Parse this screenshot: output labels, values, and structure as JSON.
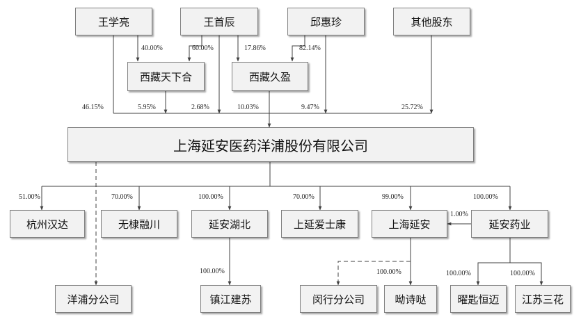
{
  "nodes": {
    "wang_xueliang": "王学亮",
    "wang_shouchen": "王首辰",
    "qiu_huizhen": "邱惠珍",
    "other_holders": "其他股东",
    "xizang_tianxiahe": "西藏天下合",
    "xizang_jiuying": "西藏久盈",
    "main_company": "上海延安医药洋浦股份有限公司",
    "hangzhou_handa": "杭州汉达",
    "wuli_rongchuan": "无棣融川",
    "yanan_hubei": "延安湖北",
    "shangyan_aishikang": "上延爱士康",
    "shanghai_yanan": "上海延安",
    "yanan_yaoye": "延安药业",
    "yangpu_branch": "洋浦分公司",
    "zhenjiang_jiansu": "镇江建苏",
    "minhang_branch": "闵行分公司",
    "youshida": "呦诗哒",
    "yaochi_hengmai": "曜匙恒迈",
    "jiangsu_sanhua": "江苏三花"
  },
  "percentages": {
    "wxl_to_tianxiahe": "40.00%",
    "wsc_to_tianxiahe": "60.00%",
    "wsc_to_jiuying": "17.86%",
    "qhz_to_jiuying": "82.14%",
    "wxl_to_main": "46.15%",
    "tianxiahe_to_main": "5.95%",
    "wsc_to_main": "2.68%",
    "jiuying_to_main": "10.03%",
    "qhz_to_main": "9.47%",
    "other_to_main": "25.72%",
    "main_to_handa": "51.00%",
    "main_to_wuli": "70.00%",
    "main_to_hubei": "100.00%",
    "main_to_aishikang": "70.00%",
    "main_to_shanghai": "99.00%",
    "main_to_yaoye": "100.00%",
    "yaoye_to_shanghai": "1.00%",
    "hubei_to_zhenjiang": "100.00%",
    "shanghai_to_youshida": "100.00%",
    "yaoye_to_yaochi": "100.00%",
    "yaoye_to_jiangsu": "100.00%"
  },
  "colors": {
    "box_fill": "#f2f2f2",
    "box_border": "#7f7f7f",
    "line": "#404040"
  }
}
